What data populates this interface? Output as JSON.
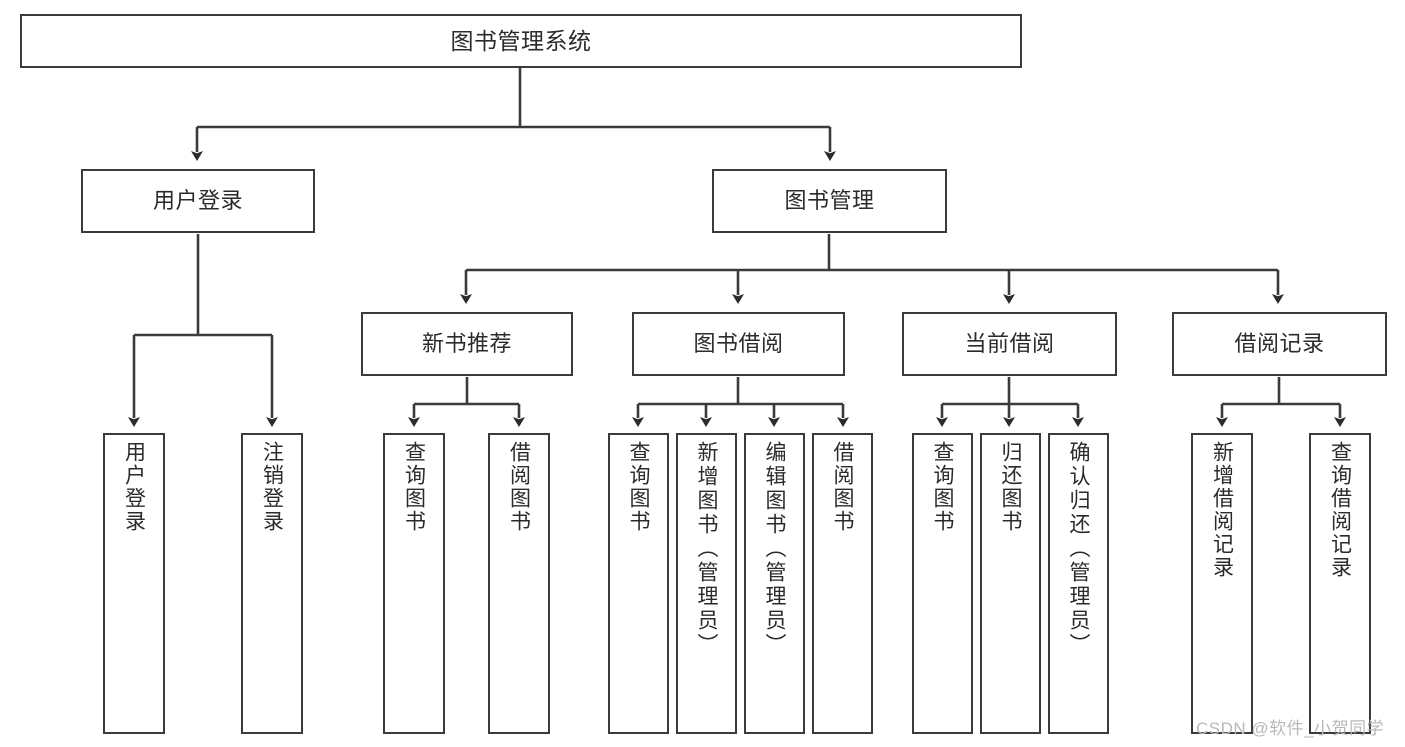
{
  "diagram": {
    "type": "tree-hierarchy",
    "title": "图书管理系统",
    "levels": 4,
    "line_color": "#3b3b3b",
    "box_fill": "#ffffff",
    "text_color": "#2b2b2b"
  },
  "nodes": {
    "root": {
      "label": "图书管理系统",
      "level": 1,
      "orientation": "horizontal"
    },
    "level2": [
      {
        "id": "user-login",
        "label": "用户登录",
        "orientation": "horizontal"
      },
      {
        "id": "book-management",
        "label": "图书管理",
        "orientation": "horizontal"
      }
    ],
    "level3": [
      {
        "id": "new-book-recommend",
        "label": "新书推荐",
        "parent": "book-management",
        "orientation": "horizontal"
      },
      {
        "id": "book-borrow",
        "label": "图书借阅",
        "parent": "book-management",
        "orientation": "horizontal"
      },
      {
        "id": "current-borrow",
        "label": "当前借阅",
        "parent": "book-management",
        "orientation": "horizontal"
      },
      {
        "id": "borrow-record",
        "label": "借阅记录",
        "parent": "book-management",
        "orientation": "horizontal"
      }
    ],
    "leaves": [
      {
        "id": "leaf-user-login",
        "label": "用户登录",
        "parent": "user-login",
        "orientation": "vertical"
      },
      {
        "id": "leaf-logout-login",
        "label": "注销登录",
        "parent": "user-login",
        "orientation": "vertical"
      },
      {
        "id": "leaf-query-book-1",
        "label": "查询图书",
        "parent": "new-book-recommend",
        "orientation": "vertical"
      },
      {
        "id": "leaf-borrow-book-1",
        "label": "借阅图书",
        "parent": "new-book-recommend",
        "orientation": "vertical"
      },
      {
        "id": "leaf-query-book-2",
        "label": "查询图书",
        "parent": "book-borrow",
        "orientation": "vertical"
      },
      {
        "id": "leaf-add-book",
        "label": "新增图书（管理员）",
        "parent": "book-borrow",
        "orientation": "vertical"
      },
      {
        "id": "leaf-edit-book",
        "label": "编辑图书（管理员）",
        "parent": "book-borrow",
        "orientation": "vertical"
      },
      {
        "id": "leaf-borrow-book-2",
        "label": "借阅图书",
        "parent": "book-borrow",
        "orientation": "vertical"
      },
      {
        "id": "leaf-query-book-3",
        "label": "查询图书",
        "parent": "current-borrow",
        "orientation": "vertical"
      },
      {
        "id": "leaf-return-book",
        "label": "归还图书",
        "parent": "current-borrow",
        "orientation": "vertical"
      },
      {
        "id": "leaf-confirm-return",
        "label": "确认归还（管理员）",
        "parent": "current-borrow",
        "orientation": "vertical"
      },
      {
        "id": "leaf-add-record",
        "label": "新增借阅记录",
        "parent": "borrow-record",
        "orientation": "vertical"
      },
      {
        "id": "leaf-query-record",
        "label": "查询借阅记录",
        "parent": "borrow-record",
        "orientation": "vertical"
      }
    ]
  },
  "watermark": {
    "text": "CSDN @软件_小贺同学"
  }
}
